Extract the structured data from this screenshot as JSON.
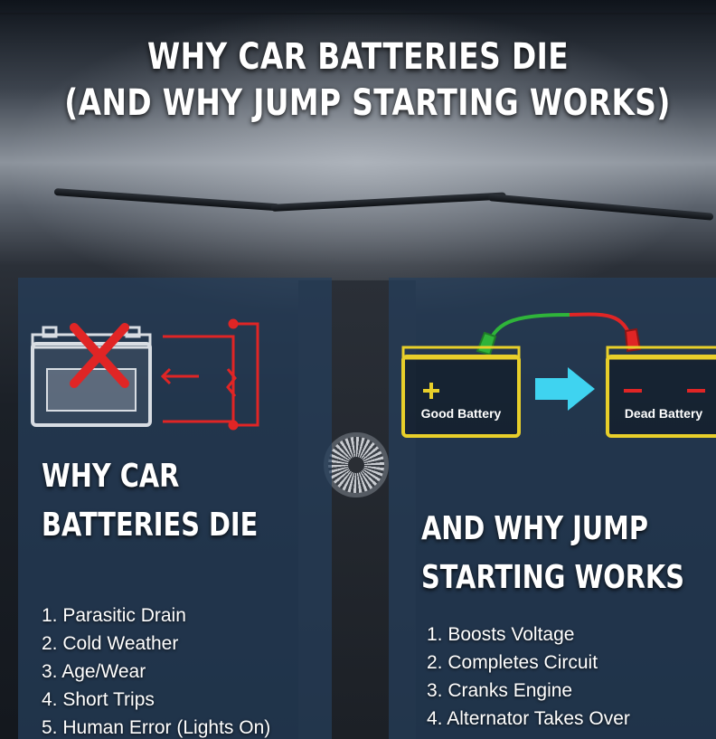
{
  "title": {
    "line1": "WHY CAR BATTERIES DIE",
    "line2": "(AND WHY JUMP STARTING WORKS)"
  },
  "left_panel": {
    "heading_line1": "WHY CAR",
    "heading_line2": "BATTERIES DIE",
    "items": [
      "1. Parasitic Drain",
      "2. Cold Weather",
      "3. Age/Wear",
      "4. Short Trips",
      "5. Human Error (Lights On)"
    ],
    "icons": [
      "dead-battery-icon",
      "red-x-icon",
      "drain-circuit-icon"
    ]
  },
  "right_panel": {
    "heading_line1": "AND WHY JUMP",
    "heading_line2": "STARTING WORKS",
    "good_battery_label": "Good Battery",
    "dead_battery_label": "Dead Battery",
    "items": [
      "1. Boosts Voltage",
      "2. Completes Circuit",
      "3. Cranks Engine",
      "4. Alternator Takes Over"
    ],
    "icons": [
      "good-battery-icon",
      "transfer-arrow-icon",
      "dead-battery-icon",
      "jumper-cables-icon"
    ]
  },
  "colors": {
    "panel": "#263e5c",
    "battery_outline": "#e8cf2a",
    "arrow": "#3fd3f0",
    "positive_cable": "#2fb43a",
    "negative_cable": "#e02525",
    "red_x": "#e02525"
  }
}
